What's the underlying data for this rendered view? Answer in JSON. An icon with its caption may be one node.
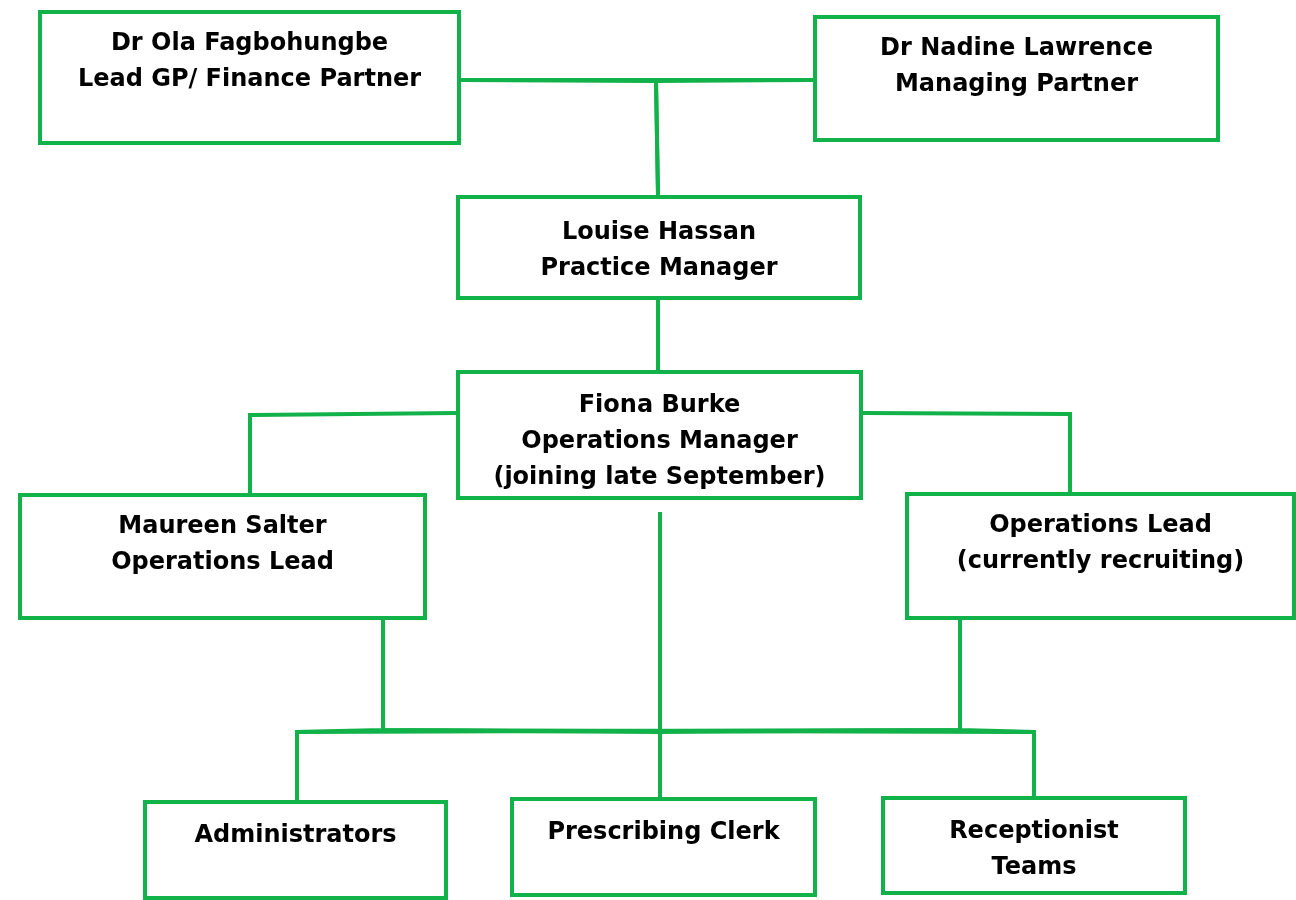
{
  "diagram": {
    "nodes": [
      {
        "text": [
          "Dr Ola Fagbohungbe",
          "Lead GP/ Finance Partner"
        ]
      },
      {
        "text": [
          "Dr Nadine Lawrence",
          "Managing Partner"
        ]
      },
      {
        "text": [
          "Louise Hassan",
          "Practice Manager"
        ]
      },
      {
        "text": [
          "Fiona Burke",
          "Operations Manager (joining late September)"
        ]
      },
      {
        "text": [
          "Maureen Salter",
          "Operations Lead"
        ]
      },
      {
        "text": [
          "Operations Lead (currently recruiting)"
        ]
      },
      {
        "text": [
          "Administrators"
        ]
      },
      {
        "text": [
          "Prescribing Clerk"
        ]
      },
      {
        "text": [
          "Receptionist Teams"
        ]
      }
    ],
    "edges": [
      {
        "from": 0,
        "to": 1,
        "arrow": "none"
      },
      {
        "from": 0,
        "to": 2,
        "arrow": "none"
      },
      {
        "from": 1,
        "to": 2,
        "arrow": "none"
      },
      {
        "from": 2,
        "to": 3,
        "arrow": "none"
      },
      {
        "from": 3,
        "to": 4,
        "arrow": "none"
      },
      {
        "from": 3,
        "to": 5,
        "arrow": "none"
      },
      {
        "from": 3,
        "to": 7,
        "arrow": "none"
      },
      {
        "from": 4,
        "to": 6,
        "arrow": "none"
      },
      {
        "from": 4,
        "to": 7,
        "arrow": "none"
      },
      {
        "from": 4,
        "to": 8,
        "arrow": "none"
      },
      {
        "from": 5,
        "to": 6,
        "arrow": "none"
      },
      {
        "from": 5,
        "to": 7,
        "arrow": "none"
      },
      {
        "from": 5,
        "to": 8,
        "arrow": "none"
      }
    ]
  }
}
